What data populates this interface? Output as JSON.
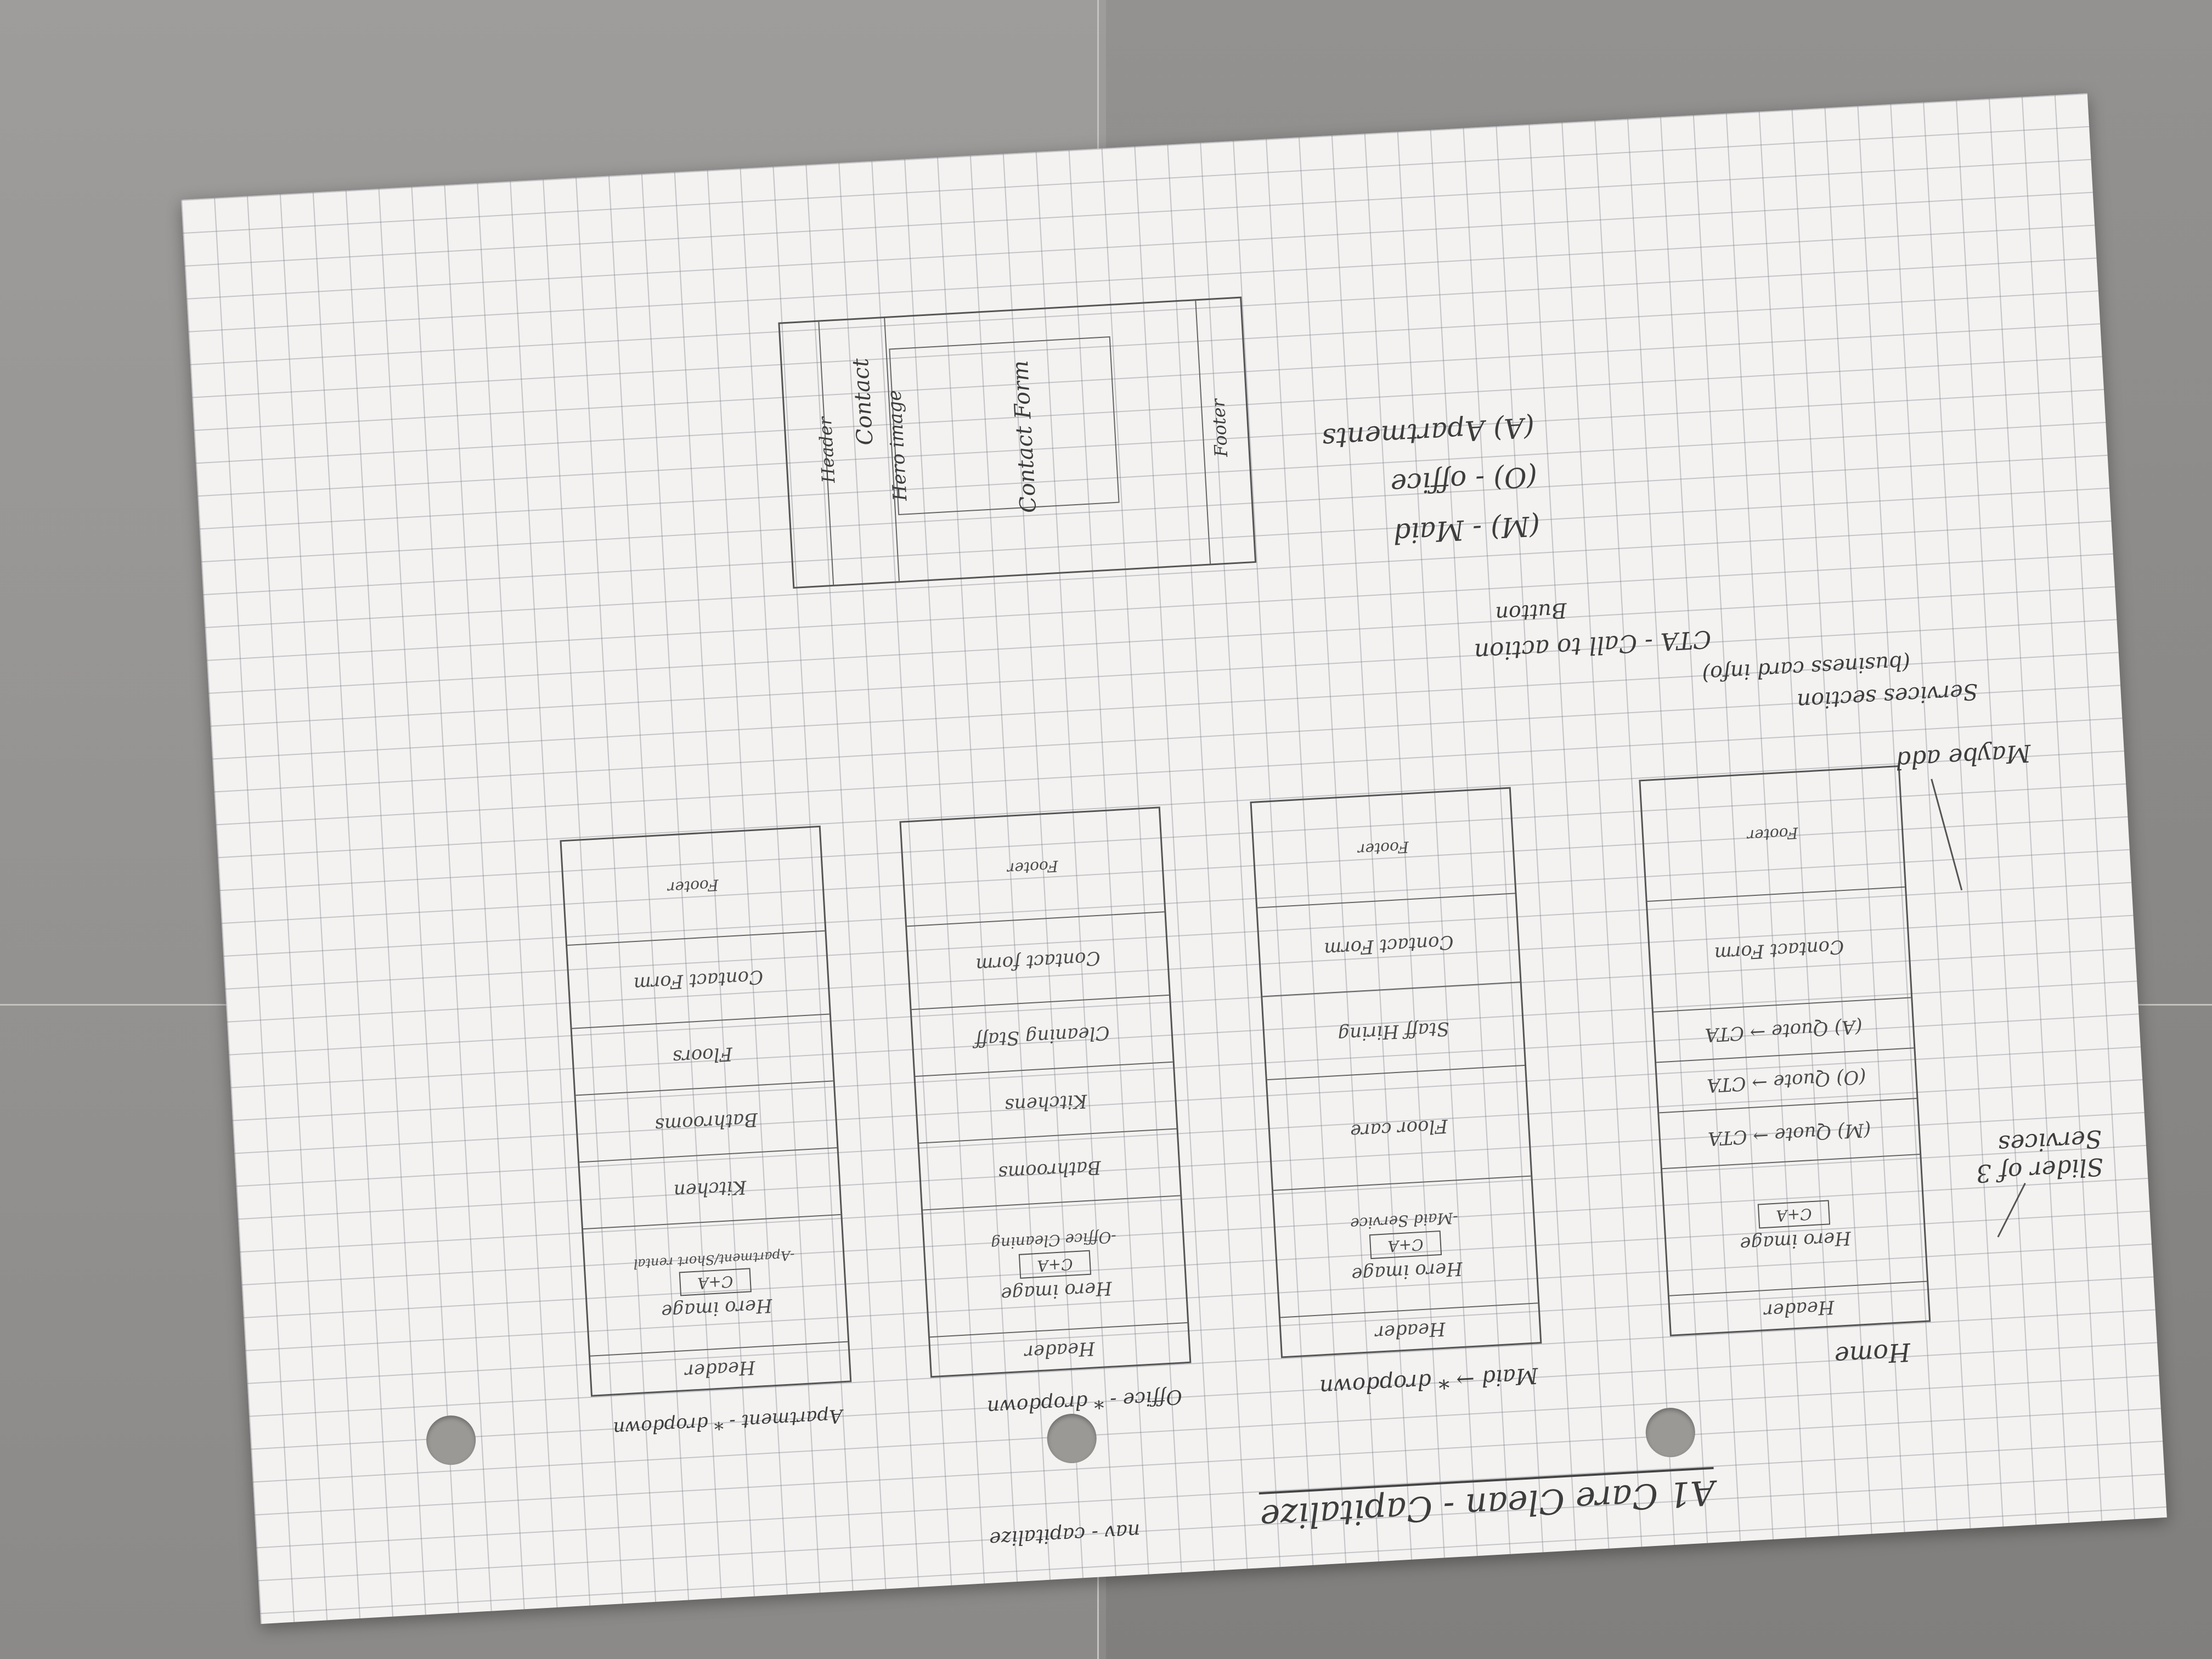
{
  "title": "A1 Care Clean - Capitalize",
  "nav_note": "nav - capitalize",
  "legend": {
    "maid": "(M) - Maid",
    "office": "(O) - office",
    "apartments": "(A) Apartments"
  },
  "cta_note": "CTA - Call to action",
  "cta_note2": "Button",
  "services_note": "Services section",
  "services_note2": "(business card info)",
  "maybe_add": "Maybe add",
  "slider_note": "Slider of 3 Services",
  "contact_page": {
    "title": "Contact",
    "sections": [
      "Header",
      "Hero image",
      "Contact Form",
      "Footer"
    ]
  },
  "pages": [
    {
      "title": "Home",
      "sections": [
        "Header",
        "Hero image",
        "C+A",
        "(M) Quote → CTA",
        "(O) Quote → CTA",
        "(A) Quote → CTA",
        "Contact Form",
        "Footer"
      ]
    },
    {
      "title": "Maid → * dropdown",
      "sections": [
        "Header",
        "Hero image",
        "C+A",
        "-Maid Service",
        "Floor care",
        "Staff Hiring",
        "Contact Form",
        "Footer"
      ]
    },
    {
      "title": "Office - * dropdown",
      "sections": [
        "Header",
        "Hero image",
        "C+A",
        "-Office Cleaning",
        "Bathrooms",
        "Kitchens",
        "Cleaning Staff",
        "Contact form",
        "Footer"
      ]
    },
    {
      "title": "Apartment - * dropdown",
      "sections": [
        "Header",
        "Hero image",
        "C+A",
        "-Apartment/Short rental",
        "Kitchen",
        "Bathrooms",
        "Floors",
        "Contact Form",
        "Footer"
      ]
    }
  ]
}
